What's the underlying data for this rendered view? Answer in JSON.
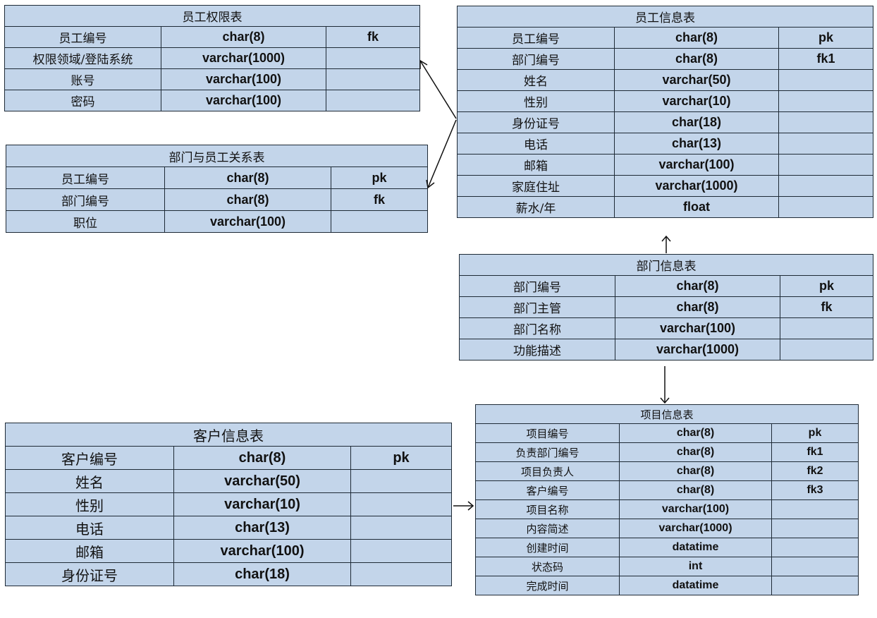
{
  "tables": {
    "perm": {
      "title": "员工权限表",
      "rows": [
        {
          "name": "员工编号",
          "type": "char(8)",
          "key": "fk"
        },
        {
          "name": "权限领域/登陆系统",
          "type": "varchar(1000)",
          "key": ""
        },
        {
          "name": "账号",
          "type": "varchar(100)",
          "key": ""
        },
        {
          "name": "密码",
          "type": "varchar(100)",
          "key": ""
        }
      ]
    },
    "dept_rel": {
      "title": "部门与员工关系表",
      "rows": [
        {
          "name": "员工编号",
          "type": "char(8)",
          "key": "pk"
        },
        {
          "name": "部门编号",
          "type": "char(8)",
          "key": "fk"
        },
        {
          "name": "职位",
          "type": "varchar(100)",
          "key": ""
        }
      ]
    },
    "emp": {
      "title": "员工信息表",
      "rows": [
        {
          "name": "员工编号",
          "type": "char(8)",
          "key": "pk"
        },
        {
          "name": "部门编号",
          "type": "char(8)",
          "key": "fk1"
        },
        {
          "name": "姓名",
          "type": "varchar(50)",
          "key": ""
        },
        {
          "name": "性别",
          "type": "varchar(10)",
          "key": ""
        },
        {
          "name": "身份证号",
          "type": "char(18)",
          "key": ""
        },
        {
          "name": "电话",
          "type": "char(13)",
          "key": ""
        },
        {
          "name": "邮箱",
          "type": "varchar(100)",
          "key": ""
        },
        {
          "name": "家庭住址",
          "type": "varchar(1000)",
          "key": ""
        },
        {
          "name": "薪水/年",
          "type": "float",
          "key": ""
        }
      ]
    },
    "dept": {
      "title": "部门信息表",
      "rows": [
        {
          "name": "部门编号",
          "type": "char(8)",
          "key": "pk"
        },
        {
          "name": "部门主管",
          "type": "char(8)",
          "key": "fk"
        },
        {
          "name": "部门名称",
          "type": "varchar(100)",
          "key": ""
        },
        {
          "name": "功能描述",
          "type": "varchar(1000)",
          "key": ""
        }
      ]
    },
    "cust": {
      "title": "客户信息表",
      "rows": [
        {
          "name": "客户编号",
          "type": "char(8)",
          "key": "pk"
        },
        {
          "name": "姓名",
          "type": "varchar(50)",
          "key": ""
        },
        {
          "name": "性别",
          "type": "varchar(10)",
          "key": ""
        },
        {
          "name": "电话",
          "type": "char(13)",
          "key": ""
        },
        {
          "name": "邮箱",
          "type": "varchar(100)",
          "key": ""
        },
        {
          "name": "身份证号",
          "type": "char(18)",
          "key": ""
        }
      ]
    },
    "proj": {
      "title": "项目信息表",
      "rows": [
        {
          "name": "项目编号",
          "type": "char(8)",
          "key": "pk"
        },
        {
          "name": "负责部门编号",
          "type": "char(8)",
          "key": "fk1"
        },
        {
          "name": "项目负责人",
          "type": "char(8)",
          "key": "fk2"
        },
        {
          "name": "客户编号",
          "type": "char(8)",
          "key": "fk3"
        },
        {
          "name": "项目名称",
          "type": "varchar(100)",
          "key": ""
        },
        {
          "name": "内容简述",
          "type": "varchar(1000)",
          "key": ""
        },
        {
          "name": "创建时间",
          "type": "datatime",
          "key": ""
        },
        {
          "name": "状态码",
          "type": "int",
          "key": ""
        },
        {
          "name": "完成时间",
          "type": "datatime",
          "key": ""
        }
      ]
    }
  },
  "colors": {
    "cell_fill": "#c3d5ea",
    "border": "#1e2a36",
    "arrow": "#111111"
  }
}
